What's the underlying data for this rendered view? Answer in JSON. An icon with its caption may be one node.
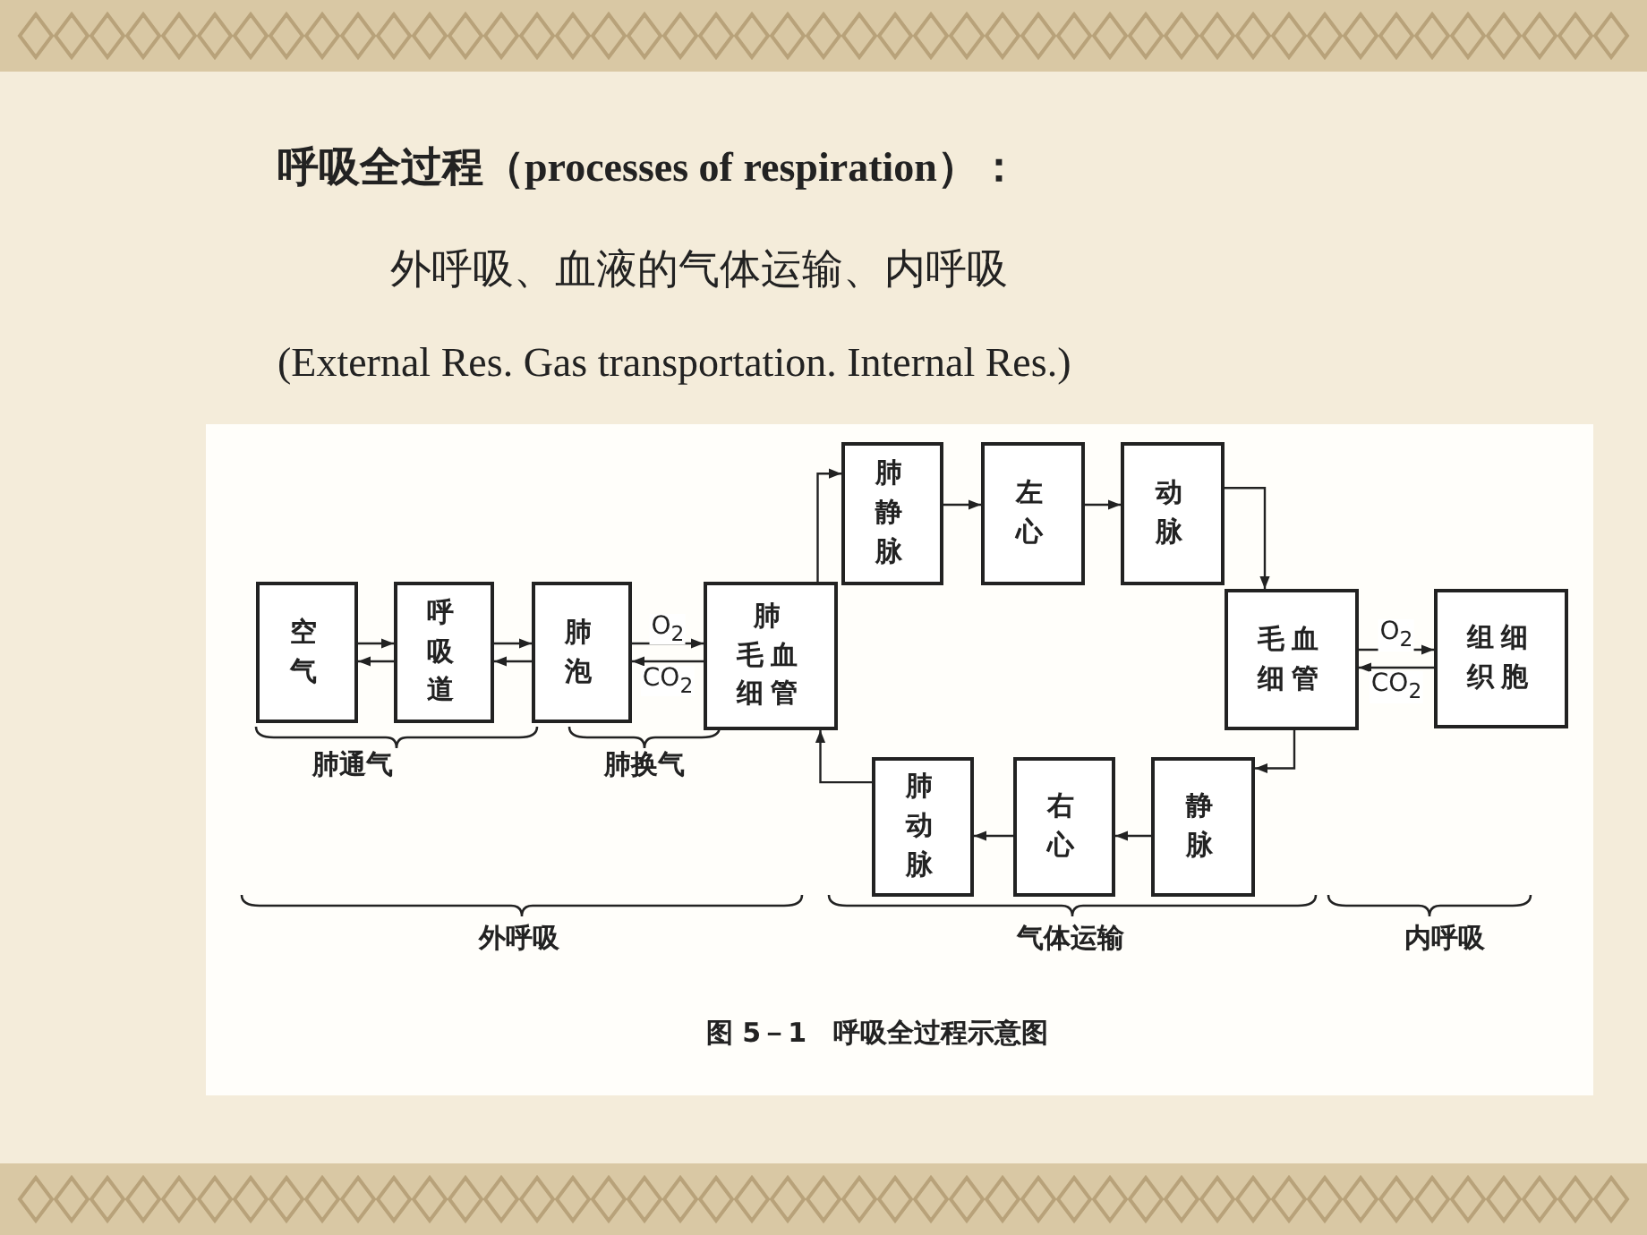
{
  "diagram": {
    "title": "呼吸全过程（processes of respiration）：",
    "caption": "图 5－1　呼吸全过程示意图",
    "nodes": [
      {
        "text": [
          "空气"
        ]
      },
      {
        "text": [
          "呼吸道"
        ]
      },
      {
        "text": [
          "肺泡"
        ]
      },
      {
        "text": [
          "肺毛血细管"
        ]
      },
      {
        "text": [
          "肺静脉"
        ]
      },
      {
        "text": [
          "左心"
        ]
      },
      {
        "text": [
          "动脉"
        ]
      },
      {
        "text": [
          "毛血细管"
        ]
      },
      {
        "text": [
          "组细织胞"
        ]
      },
      {
        "text": [
          "静脉"
        ]
      },
      {
        "text": [
          "右心"
        ]
      },
      {
        "text": [
          "肺动脉"
        ]
      }
    ],
    "edges": [
      {
        "from": 0,
        "to": 1,
        "arrow": "to"
      },
      {
        "from": 1,
        "to": 0,
        "arrow": "to"
      },
      {
        "from": 1,
        "to": 2,
        "arrow": "to"
      },
      {
        "from": 2,
        "to": 1,
        "arrow": "to"
      },
      {
        "from": 2,
        "to": 3,
        "arrow": "to",
        "label": "O$_{2}$"
      },
      {
        "from": 3,
        "to": 2,
        "arrow": "to",
        "label": "CO$_{2}$"
      },
      {
        "from": 3,
        "to": 4,
        "arrow": "to"
      },
      {
        "from": 4,
        "to": 5,
        "arrow": "to"
      },
      {
        "from": 5,
        "to": 6,
        "arrow": "to"
      },
      {
        "from": 6,
        "to": 7,
        "arrow": "to"
      },
      {
        "from": 7,
        "to": 8,
        "arrow": "to",
        "label": "O$_{2}$"
      },
      {
        "from": 8,
        "to": 7,
        "arrow": "to",
        "label": "CO$_{2}$"
      },
      {
        "from": 7,
        "to": 9,
        "arrow": "to"
      },
      {
        "from": 9,
        "to": 10,
        "arrow": "to"
      },
      {
        "from": 10,
        "to": 11,
        "arrow": "to"
      },
      {
        "from": 11,
        "to": 3,
        "arrow": "to"
      }
    ],
    "labels": [
      "外呼吸、血液的气体运输、内呼吸",
      "(External Res. Gas transportation. Internal Res.)",
      "肺通气",
      "肺换气",
      "外呼吸",
      "气体运输",
      "内呼吸"
    ]
  }
}
